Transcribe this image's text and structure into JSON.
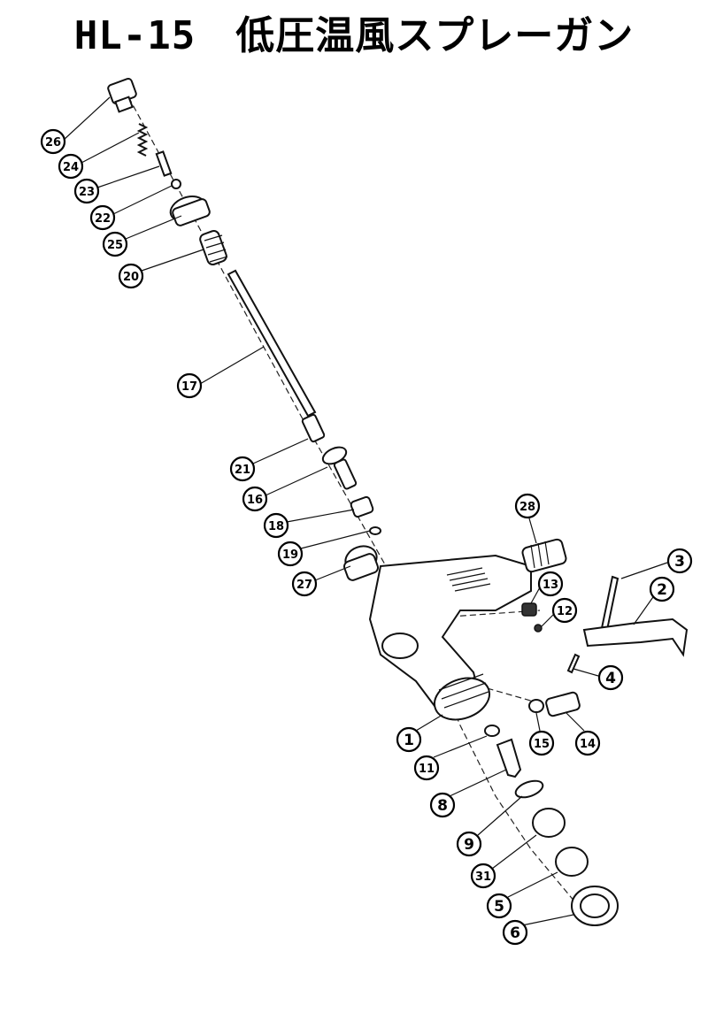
{
  "title": "HL-15　低圧温風スプレーガン",
  "callouts": [
    "26",
    "24",
    "23",
    "22",
    "25",
    "20",
    "17",
    "21",
    "16",
    "18",
    "19",
    "27",
    "28",
    "3",
    "2",
    "13",
    "12",
    "4",
    "1",
    "15",
    "14",
    "11",
    "8",
    "9",
    "31",
    "5",
    "6"
  ]
}
